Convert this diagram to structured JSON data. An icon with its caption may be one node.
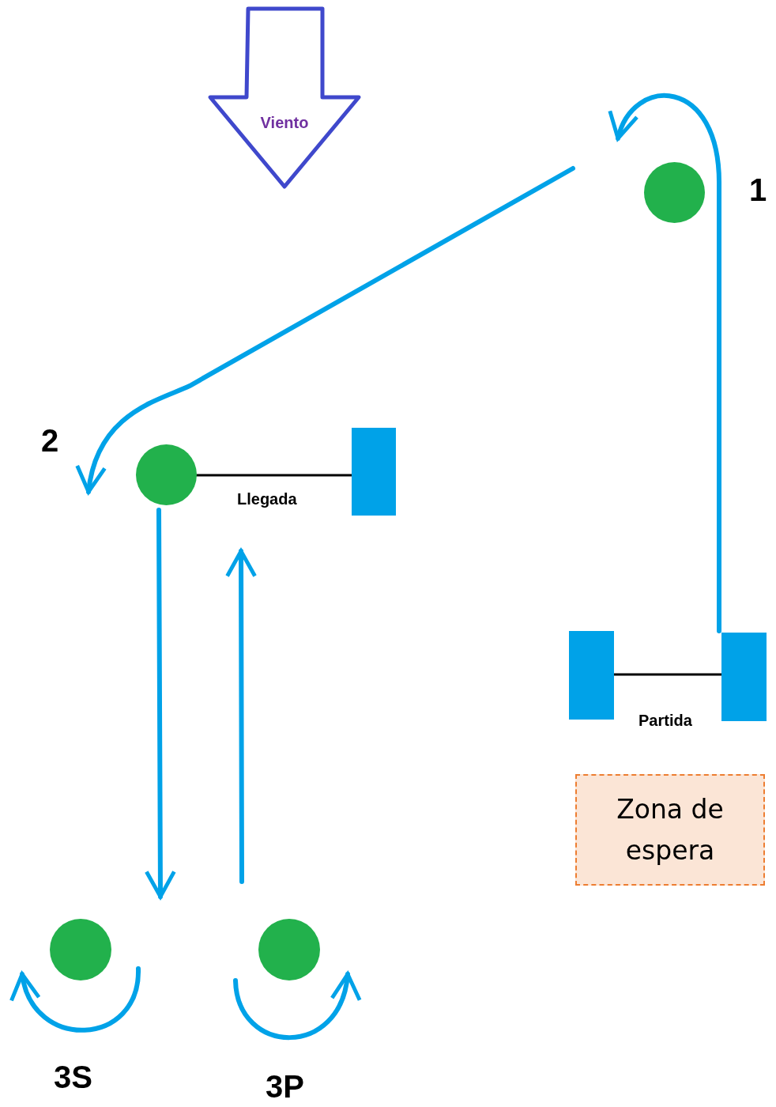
{
  "diagram": {
    "nodes": [
      {
        "text": [
          "Viento"
        ]
      },
      {
        "text": [],
        "shape": "circle",
        "beside": [
          "1"
        ]
      },
      {
        "text": [],
        "shape": "circle",
        "beside": [
          "2"
        ]
      },
      {
        "text": [],
        "shape": "bar"
      },
      {
        "text": [],
        "shape": "bar"
      },
      {
        "text": [],
        "shape": "bar"
      },
      {
        "text": [
          "Zona de espera"
        ]
      },
      {
        "text": [],
        "shape": "circle",
        "beside": [
          "3S"
        ]
      },
      {
        "text": [],
        "shape": "circle",
        "beside": [
          "3P"
        ]
      }
    ],
    "edges": [
      {
        "from": 5,
        "to": 1,
        "arrow": "to"
      },
      {
        "from": 1,
        "to": 2,
        "arrow": "to"
      },
      {
        "from": 2,
        "to": 7,
        "arrow": "to"
      },
      {
        "from": 8,
        "to": null,
        "arrow": "to"
      },
      {
        "from": 2,
        "to": 3,
        "arrow": "none",
        "label": "Llegada",
        "color": "#000000"
      },
      {
        "from": 4,
        "to": 5,
        "arrow": "none",
        "label": "Partida",
        "color": "#000000"
      }
    ]
  }
}
